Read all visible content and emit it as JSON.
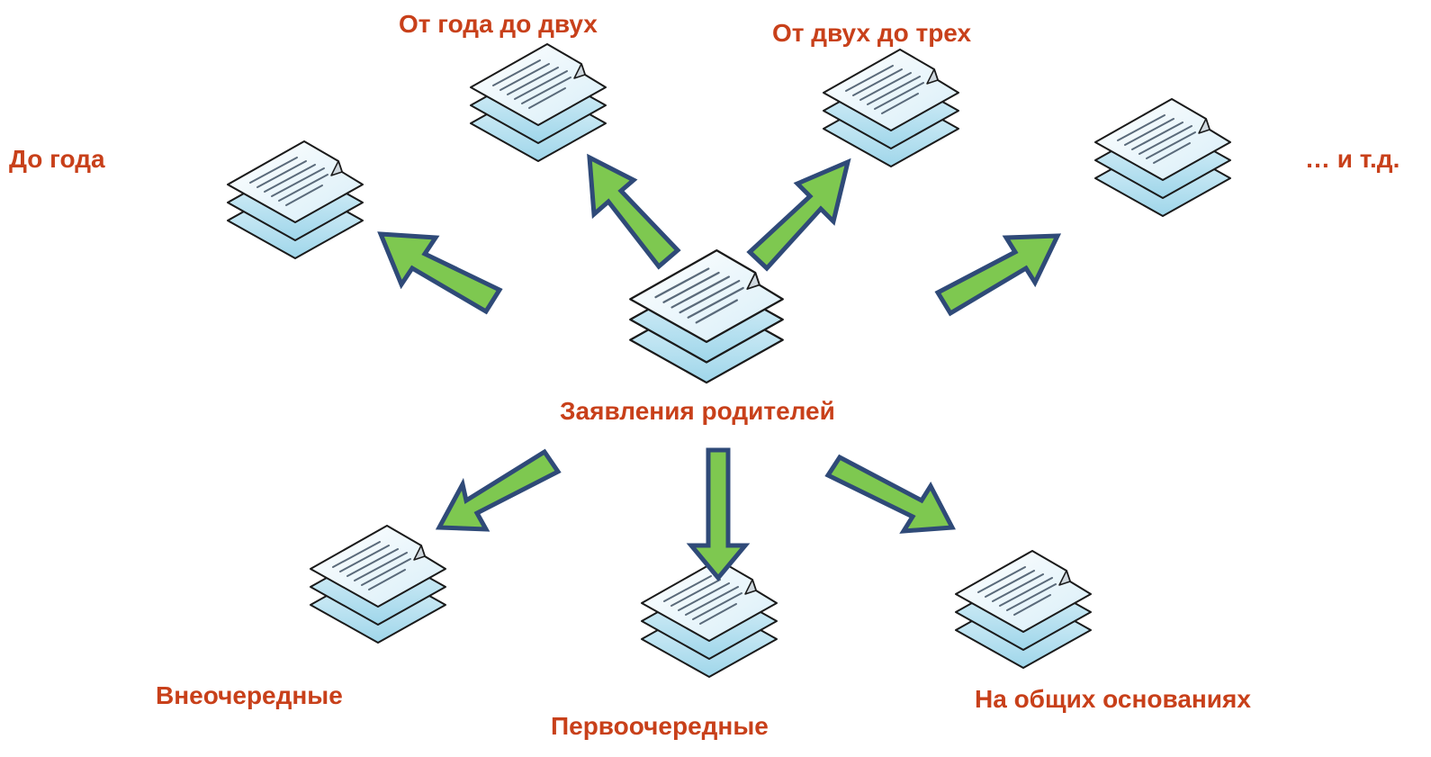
{
  "labels": {
    "center": "Заявления родителей",
    "up_to_year": "До года",
    "year_to_two": "От года до двух",
    "two_to_three": "От двух до трех",
    "etc": "… и т.д.",
    "out_of_turn": "Внеочередные",
    "first_priority": "Первоочередные",
    "general_basis": "На общих основаниях"
  },
  "colors": {
    "label_text": "#c8401a",
    "arrow_fill": "#7ec850",
    "arrow_stroke": "#2f4a78",
    "doc_fill": "#eef8fd",
    "doc_layer": "#bfe5f3",
    "doc_stroke": "#1a1a1a",
    "doc_lines": "#5a6a7a"
  },
  "icons": [
    "document-stack-icon",
    "arrow-icon"
  ]
}
